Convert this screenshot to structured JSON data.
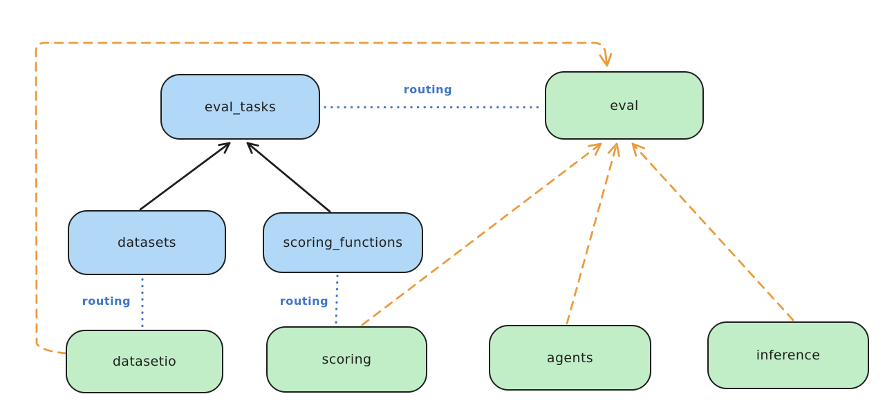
{
  "colors": {
    "background": "#ffffff",
    "node_border": "#1e1e1e",
    "blue_node_fill": "#b1d8f6",
    "green_node_fill": "#c1eec6",
    "routing_blue": "#3e74c9",
    "orange": "#ec9b3b",
    "black_edge": "#1e1e1e"
  },
  "nodes": {
    "eval_tasks": {
      "label": "eval_tasks",
      "color": "blue"
    },
    "eval": {
      "label": "eval",
      "color": "green"
    },
    "datasets": {
      "label": "datasets",
      "color": "blue"
    },
    "scoring_functions": {
      "label": "scoring_functions",
      "color": "blue"
    },
    "datasetio": {
      "label": "datasetio",
      "color": "green"
    },
    "scoring": {
      "label": "scoring",
      "color": "green"
    },
    "agents": {
      "label": "agents",
      "color": "green"
    },
    "inference": {
      "label": "inference",
      "color": "green"
    }
  },
  "labels": {
    "routing": "routing"
  },
  "edges": [
    {
      "from": "datasets",
      "to": "eval_tasks",
      "style": "solid-black-arrow",
      "label": ""
    },
    {
      "from": "scoring_functions",
      "to": "eval_tasks",
      "style": "solid-black-arrow",
      "label": ""
    },
    {
      "from": "eval_tasks",
      "to": "eval",
      "style": "dotted-blue",
      "label": "routing"
    },
    {
      "from": "datasets",
      "to": "datasetio",
      "style": "dotted-blue",
      "label": "routing"
    },
    {
      "from": "scoring_functions",
      "to": "scoring",
      "style": "dotted-blue",
      "label": "routing"
    },
    {
      "from": "datasetio",
      "to": "eval",
      "style": "dashed-orange-arrow",
      "label": ""
    },
    {
      "from": "scoring",
      "to": "eval",
      "style": "dashed-orange-arrow",
      "label": ""
    },
    {
      "from": "agents",
      "to": "eval",
      "style": "dashed-orange-arrow",
      "label": ""
    },
    {
      "from": "inference",
      "to": "eval",
      "style": "dashed-orange-arrow",
      "label": ""
    }
  ]
}
